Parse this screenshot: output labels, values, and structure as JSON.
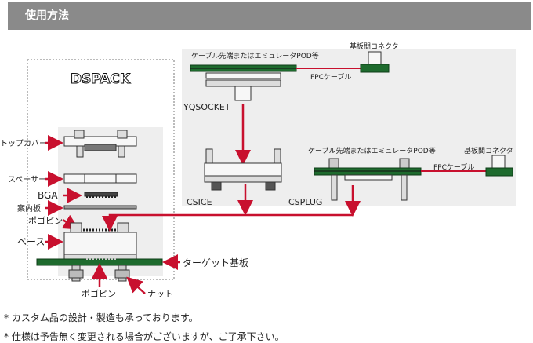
{
  "header": {
    "title": "使用方法"
  },
  "diagram": {
    "panel_title": "DSPACK",
    "labels": {
      "top_cover": "トップカバー",
      "spacer": "スペーサー",
      "bga": "BGA",
      "guide_board": "案内板",
      "pogo_pin_top": "ポゴピン",
      "base": "ベース",
      "target_board": "ターゲット基板",
      "pogo_pin_bottom": "ポゴピン",
      "nut": "ナット",
      "cable_tip_1": "ケーブル先端またはエミュレータPOD等",
      "board_connector_1": "基板間コネクタ",
      "fpc_cable_1": "FPCケーブル",
      "yqsocket": "YQSOCKET",
      "cable_tip_2": "ケーブル先端またはエミュレータPOD等",
      "board_connector_2": "基板間コネクタ",
      "fpc_cable_2": "FPCケーブル",
      "csice": "CSICE",
      "csplug": "CSPLUG"
    }
  },
  "notes": [
    "* カスタム品の設計・製造も承っております。",
    "* 仕様は予告無く変更される場合がございますが、ご了承下さい。"
  ],
  "colors": {
    "arrow": "#c8102e",
    "board": "#1e6b2e",
    "header": "#8a8a8a",
    "panel": "#eeeeee"
  }
}
